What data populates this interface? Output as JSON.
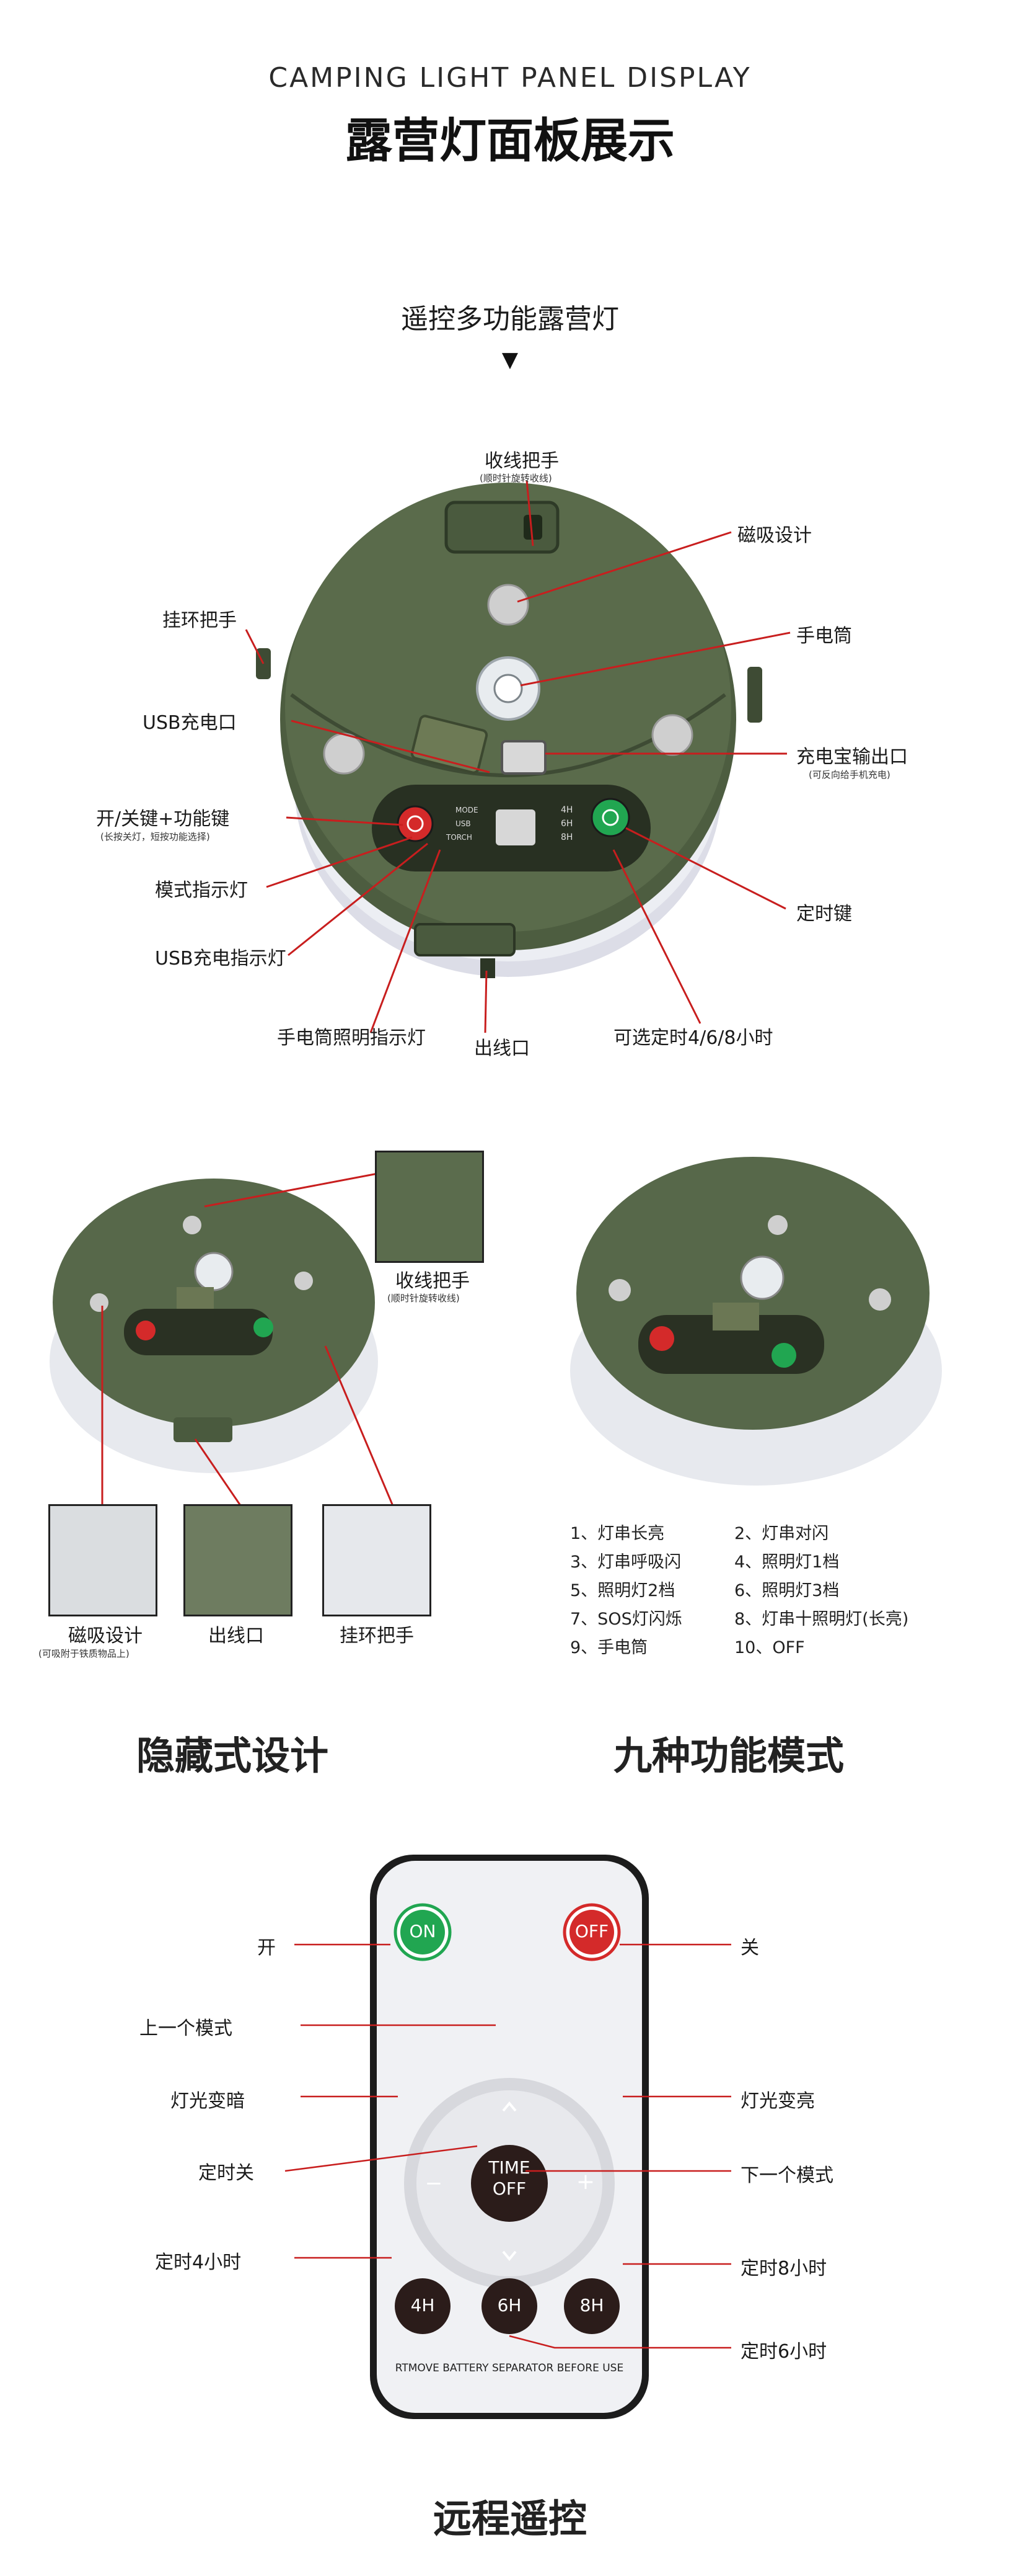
{
  "header": {
    "title_en": "CAMPING LIGHT PANEL DISPLAY",
    "title_cn": "露营灯面板展示"
  },
  "section1": {
    "subtitle": "遥控多功能露营灯",
    "arrow": "▼",
    "callouts": {
      "retract_handle": "收线把手",
      "retract_handle_note": "(顺时针旋转收线)",
      "magnet": "磁吸设计",
      "flashlight": "手电筒",
      "hang_ring": "挂环把手",
      "usb_port": "USB充电口",
      "powerbank": "充电宝输出口",
      "powerbank_note": "(可反向给手机充电)",
      "power_key": "开/关键+功能键",
      "power_key_note": "(长按关灯，短按功能选择)",
      "mode_led": "模式指示灯",
      "usb_led": "USB充电指示灯",
      "torch_led": "手电筒照明指示灯",
      "cable_out": "出线口",
      "timer_opt": "可选定时4/6/8小时",
      "timer_key": "定时键"
    },
    "panel": {
      "mode": "MODE",
      "usb": "USB",
      "torch": "TORCH",
      "t4": "4H",
      "t6": "6H",
      "t8": "8H"
    }
  },
  "section2": {
    "inset_label": "收线把手",
    "inset_note": "(顺时针旋转收线)",
    "thumbs": [
      {
        "label": "磁吸设计",
        "note": "(可吸附于铁质物品上)"
      },
      {
        "label": "出线口",
        "note": ""
      },
      {
        "label": "挂环把手",
        "note": ""
      }
    ],
    "modes": [
      "1、灯串长亮",
      "2、灯串对闪",
      "3、灯串呼吸闪",
      "4、照明灯1档",
      "5、照明灯2档",
      "6、照明灯3档",
      "7、SOS灯闪烁",
      "8、灯串十照明灯(长亮)",
      "9、手电筒",
      "10、OFF"
    ],
    "heading_left": "隐藏式设计",
    "heading_right": "九种功能模式"
  },
  "remote": {
    "on": "ON",
    "off": "OFF",
    "time": "TIME",
    "time_off": "OFF",
    "minus": "−",
    "plus": "+",
    "h4": "4H",
    "h6": "6H",
    "h8": "8H",
    "notice": "RTMOVE BATTERY SEPARATOR BEFORE USE",
    "labels": {
      "on": "开",
      "off": "关",
      "prev": "上一个模式",
      "dim": "灯光变暗",
      "timer_off": "定时关",
      "bright": "灯光变亮",
      "next": "下一个模式",
      "t4": "定时4小时",
      "t8": "定时8小时",
      "t6": "定时6小时"
    },
    "heading": "远程遥控"
  },
  "colors": {
    "olive": "#4a5a3e",
    "red": "#d42a2a",
    "green": "#21a651",
    "dark_button": "#2b1c1a"
  }
}
